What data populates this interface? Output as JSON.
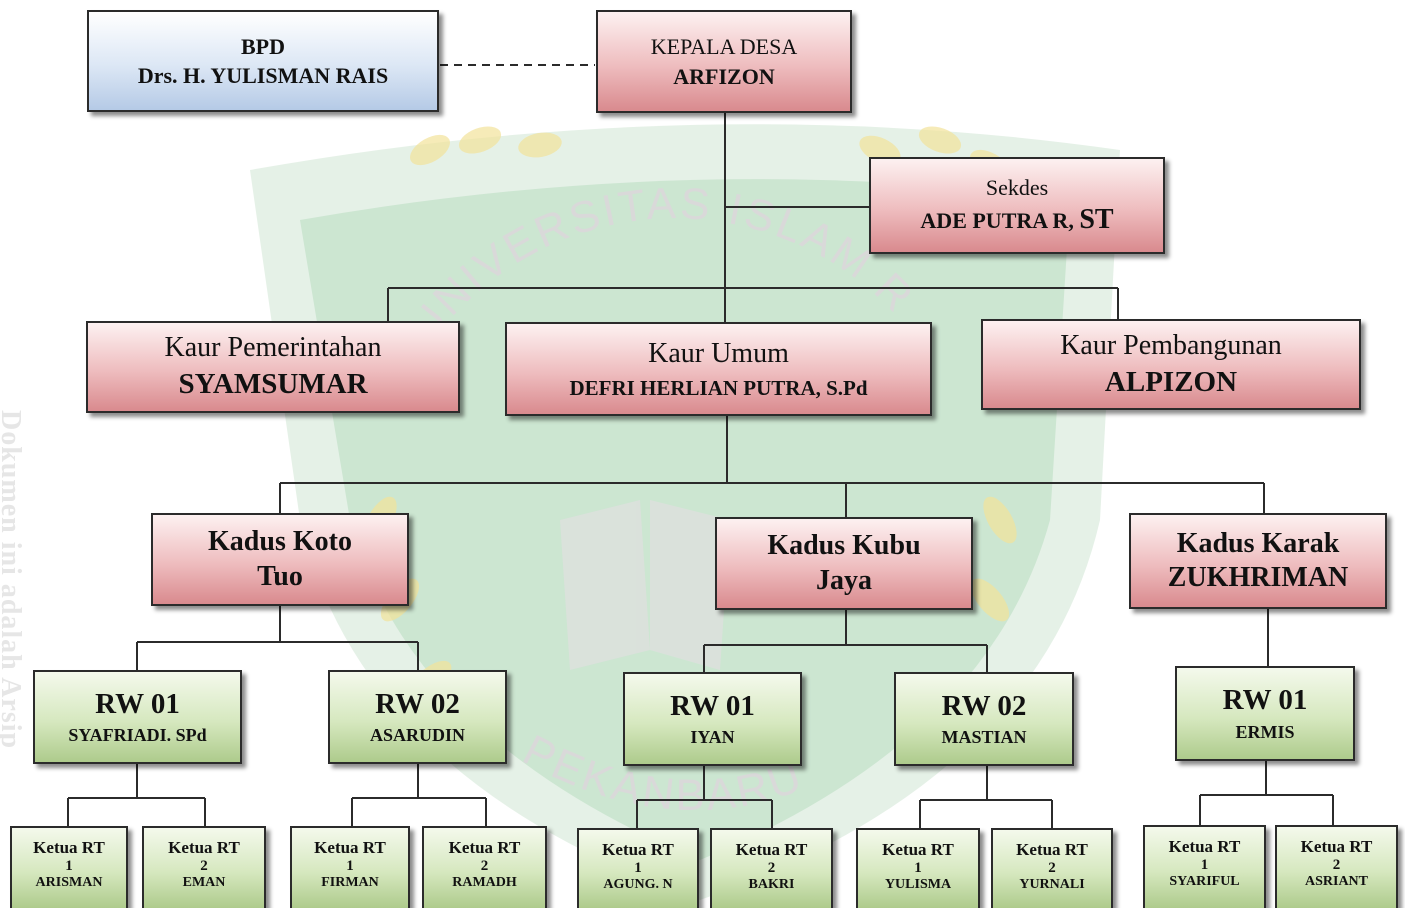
{
  "watermark": {
    "arc_top": "UNIVERSITAS ISLAM RIAU",
    "arc_bottom": "PEKANBARU",
    "side": "Dokumen ini adalah Arsip"
  },
  "colors": {
    "line": "#2b2b2b",
    "emblem_green": "#1f8a3a",
    "emblem_yellow": "#e9c21a"
  },
  "nodes": {
    "bpd": {
      "role": "BPD",
      "name": "Drs. H. YULISMAN RAIS"
    },
    "kepala_desa": {
      "role": "KEPALA DESA",
      "name": "ARFIZON"
    },
    "sekdes": {
      "role": "Sekdes",
      "name": "ADE PUTRA R, ",
      "name_suffix": "ST"
    },
    "kaur_pemerintahan": {
      "role": "Kaur Pemerintahan",
      "name": "SYAMSUMAR"
    },
    "kaur_umum": {
      "role": "Kaur Umum",
      "name": "DEFRI HERLIAN PUTRA, S.Pd"
    },
    "kaur_pembangunan": {
      "role": "Kaur Pembangunan",
      "name": "ALPIZON"
    },
    "kadus_koto": {
      "line1": "Kadus Koto",
      "line2": "Tuo"
    },
    "kadus_kubu": {
      "line1": "Kadus Kubu",
      "line2": "Jaya"
    },
    "kadus_karak": {
      "line1": "Kadus Karak",
      "line2": "ZUKHRIMAN"
    },
    "rw_koto_1": {
      "title": "RW 01",
      "name": "SYAFRIADI. SPd"
    },
    "rw_koto_2": {
      "title": "RW 02",
      "name": "ASARUDIN"
    },
    "rw_kubu_1": {
      "title": "RW 01",
      "name": "IYAN"
    },
    "rw_kubu_2": {
      "title": "RW 02",
      "name": "MASTIAN"
    },
    "rw_karak_1": {
      "title": "RW 01",
      "name": "ERMIS"
    },
    "rt": [
      {
        "label": "Ketua RT",
        "num": "1",
        "name": "ARISMAN"
      },
      {
        "label": "Ketua RT",
        "num": "2",
        "name": "EMAN"
      },
      {
        "label": "Ketua RT",
        "num": "1",
        "name": "FIRMAN"
      },
      {
        "label": "Ketua RT",
        "num": "2",
        "name": "RAMADH"
      },
      {
        "label": "Ketua RT",
        "num": "1",
        "name": "AGUNG. N"
      },
      {
        "label": "Ketua RT",
        "num": "2",
        "name": "BAKRI"
      },
      {
        "label": "Ketua RT",
        "num": "1",
        "name": "YULISMA"
      },
      {
        "label": "Ketua RT",
        "num": "2",
        "name": "YURNALI"
      },
      {
        "label": "Ketua RT",
        "num": "1",
        "name": "SYARIFUL"
      },
      {
        "label": "Ketua RT",
        "num": "2",
        "name": "ASRIANT"
      }
    ]
  }
}
